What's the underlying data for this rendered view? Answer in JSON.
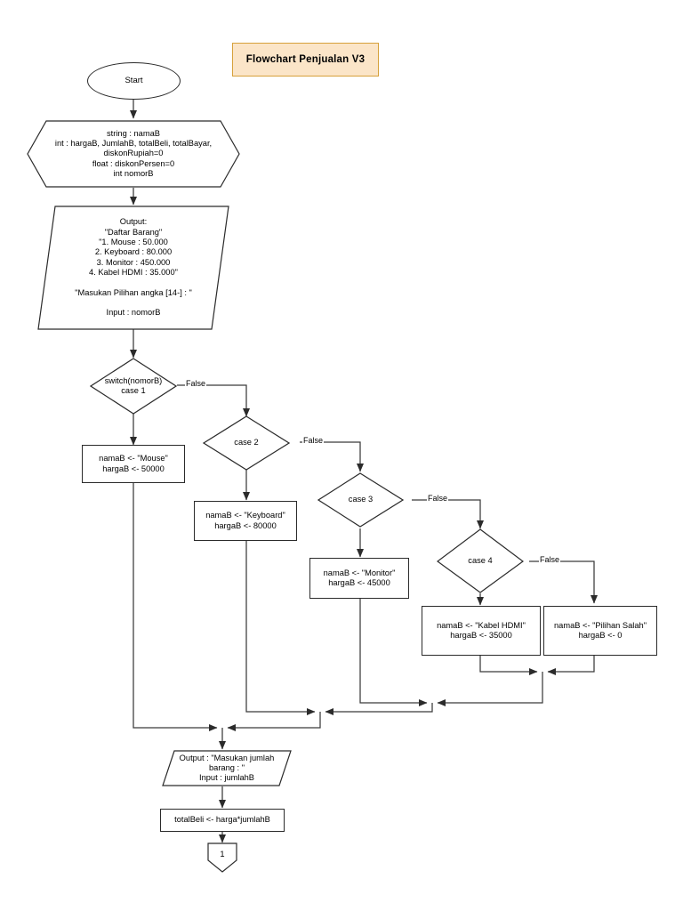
{
  "diagram": {
    "title": "Flowchart Penjualan V3",
    "type": "flowchart",
    "colors": {
      "title_fill": "#fbe5c8",
      "title_border": "#d6a13b",
      "node_stroke": "#2b2b2b",
      "edge_stroke": "#3b3b3b",
      "node_fill": "#ffffff"
    }
  },
  "nodes": {
    "start": {
      "label": "Start",
      "shape": "terminator"
    },
    "declare": {
      "shape": "hexagon",
      "label": "string : namaB\nint : hargaB, JumlahB, totalBeli, totalBayar,\ndiskonRupiah=0\nfloat : diskonPersen=0\nint nomorB"
    },
    "menu": {
      "shape": "parallelogram",
      "label": "Output:\n\"Daftar Barang\"\n\"1. Mouse : 50.000\n2. Keyboard : 80.000\n3. Monitor : 450.000\n4. Kabel HDMI : 35.000\"\n\n\"Masukan Pilihan angka [14-] : \"\n\nInput : nomorB"
    },
    "case1": {
      "shape": "decision",
      "label": "switch(nomorB)\ncase 1"
    },
    "case2": {
      "shape": "decision",
      "label": "case 2"
    },
    "case3": {
      "shape": "decision",
      "label": "case 3"
    },
    "case4": {
      "shape": "decision",
      "label": "case 4"
    },
    "mouse": {
      "shape": "process",
      "label": "namaB <- \"Mouse\"\nhargaB <- 50000"
    },
    "keyboard": {
      "shape": "process",
      "label": "namaB <- \"Keyboard\"\nhargaB <- 80000"
    },
    "monitor": {
      "shape": "process",
      "label": "namaB <- \"Monitor\"\nhargaB <- 45000"
    },
    "hdmi": {
      "shape": "process",
      "label": "namaB <- \"Kabel HDMI\"\nhargaB <- 35000"
    },
    "salah": {
      "shape": "process",
      "label": "namaB <- \"Pilihan Salah\"\nhargaB <- 0"
    },
    "inputJumlah": {
      "shape": "parallelogram",
      "label": "Output : \"Masukan jumlah\nbarang : \"\nInput : jumlahB"
    },
    "totalBeli": {
      "shape": "process",
      "label": "totalBeli <- harga*jumlahB"
    },
    "connector1": {
      "shape": "connector",
      "label": "1"
    }
  },
  "edge_labels": {
    "case1_false": "False",
    "case2_false": "False",
    "case3_false": "False",
    "case4_false": "False"
  }
}
